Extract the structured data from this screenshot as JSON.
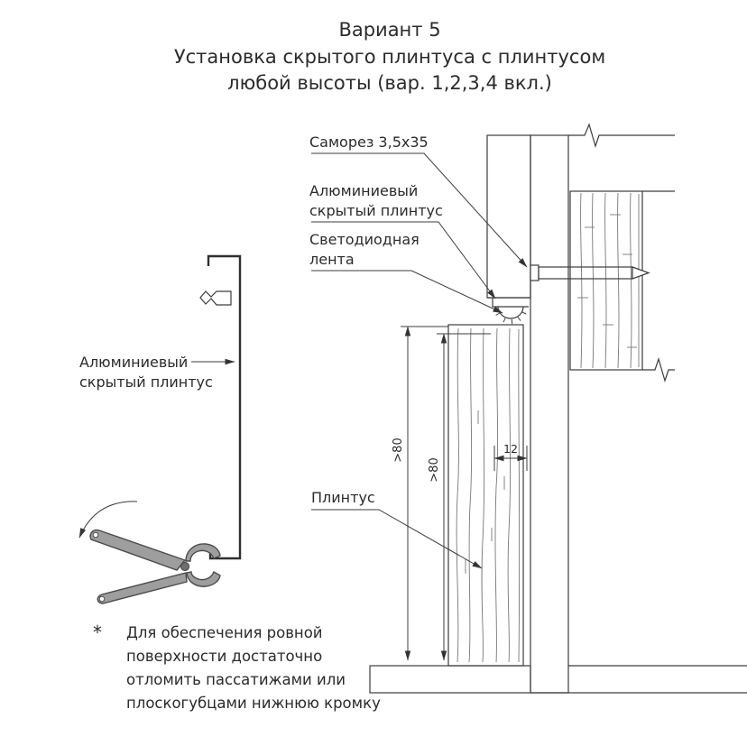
{
  "title": {
    "line1": "Вариант 5",
    "line2": "Установка скрытого плинтуса с плинтусом",
    "line3": "любой высоты (вар. 1,2,3,4 вкл.)"
  },
  "callouts": {
    "screw": "Саморез 3,5х35",
    "aluminum_plinth_line1": "Алюминиевый",
    "aluminum_plinth_line2": "скрытый плинтус",
    "led_strip_line1": "Светодиодная",
    "led_strip_line2": "лента",
    "skirting": "Плинтус",
    "profile_label_line1": "Алюминиевый",
    "profile_label_line2": "скрытый плинтус"
  },
  "dimensions": {
    "plinth_height": ">80",
    "skirting_height": ">80",
    "gap_depth": "12"
  },
  "footnote": {
    "marker": "*",
    "line1": "Для обеспечения ровной",
    "line2": "поверхности достаточно",
    "line3": "отломить пассатижами или",
    "line4": "плоскогубцами нижнюю кромку"
  },
  "colors": {
    "line": "#3c3c3c",
    "text": "#2b2b2b",
    "pliers_gray": "#9e9e9e",
    "background": "#ffffff"
  }
}
